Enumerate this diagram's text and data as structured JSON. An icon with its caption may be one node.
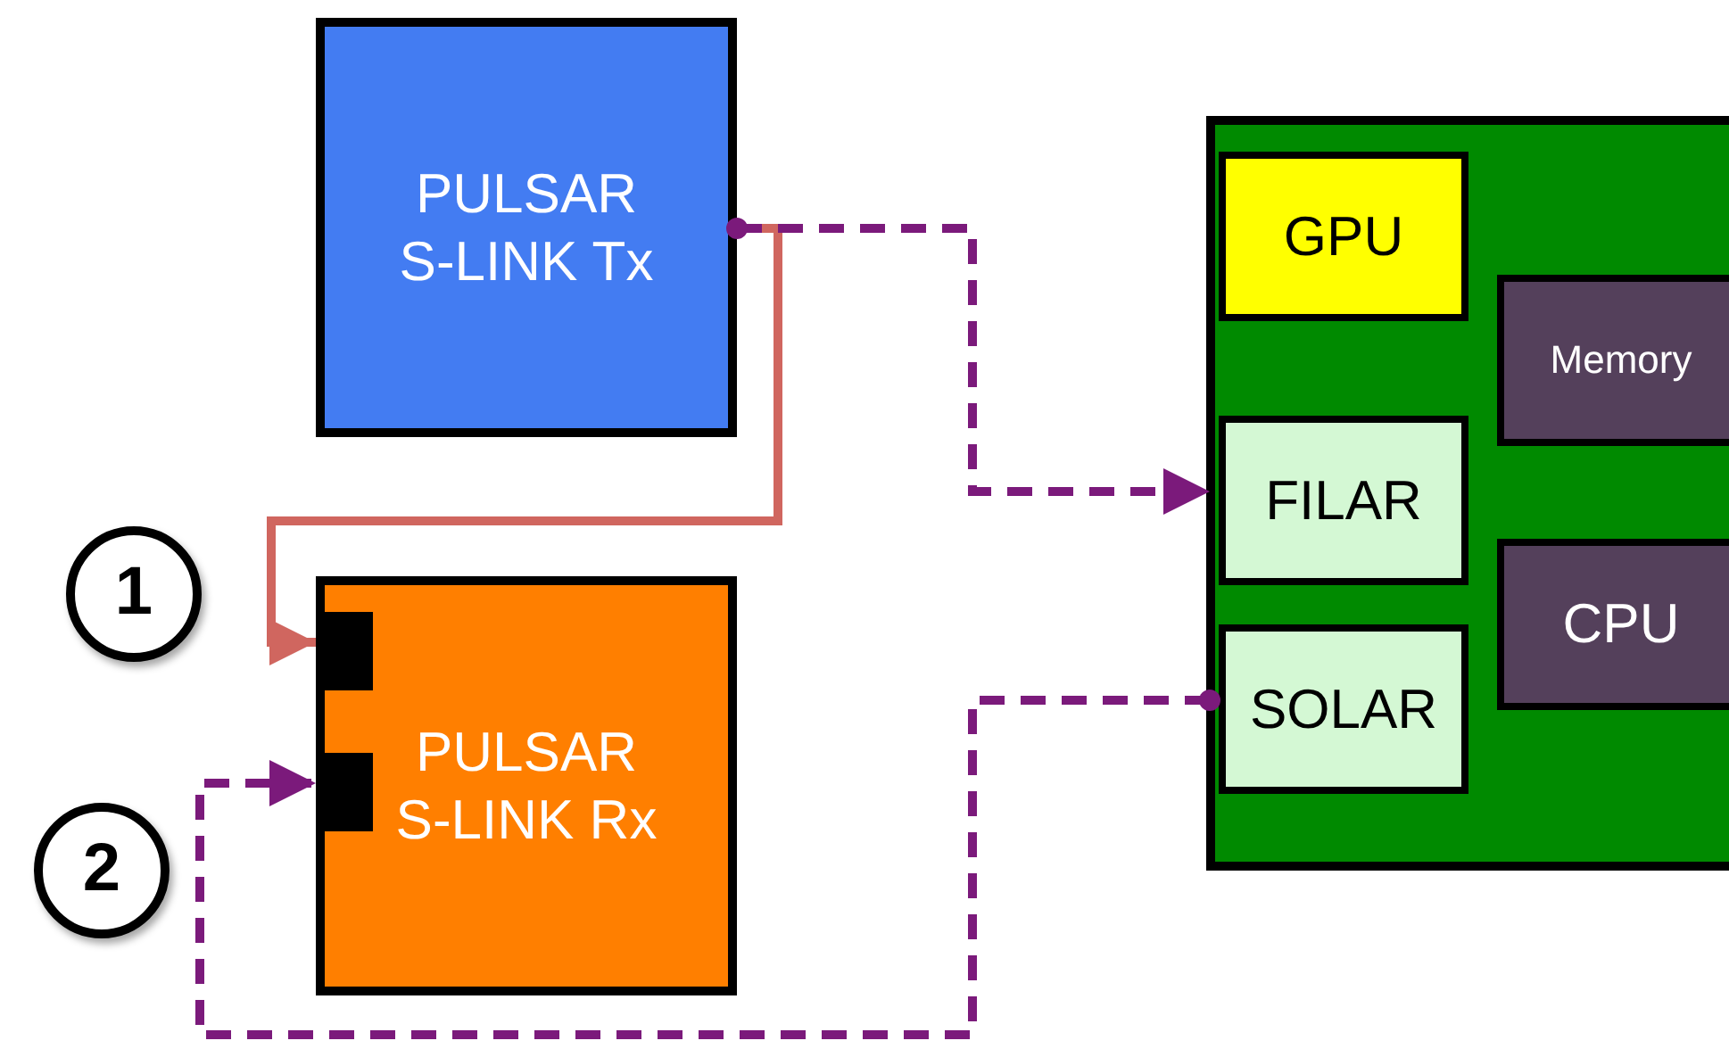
{
  "diagram": {
    "nodes": [
      {
        "text": [
          "PULSAR S-LINK Tx"
        ]
      },
      {
        "text": [
          "PULSAR S-LINK Rx"
        ]
      },
      {
        "text": [],
        "shape": "bar",
        "in": 1
      },
      {
        "text": [],
        "shape": "bar",
        "in": 1
      },
      {
        "text": [],
        "shape": "box"
      },
      {
        "text": [
          "GPU"
        ],
        "in": 4
      },
      {
        "text": [
          "Memory"
        ],
        "in": 4
      },
      {
        "text": [
          "FILAR"
        ],
        "in": 4
      },
      {
        "text": [
          "CPU"
        ],
        "in": 4
      },
      {
        "text": [
          "SOLAR"
        ],
        "in": 4
      },
      {
        "text": [
          "1"
        ]
      },
      {
        "text": [
          "2"
        ]
      }
    ],
    "edges": [
      {
        "from": 0,
        "to": 2,
        "arrow": "to",
        "color": "#d0665f"
      },
      {
        "from": 0,
        "to": 7,
        "arrow": "to",
        "style": "dashed"
      },
      {
        "from": 9,
        "to": 3,
        "arrow": "to",
        "style": "dashed"
      }
    ]
  }
}
